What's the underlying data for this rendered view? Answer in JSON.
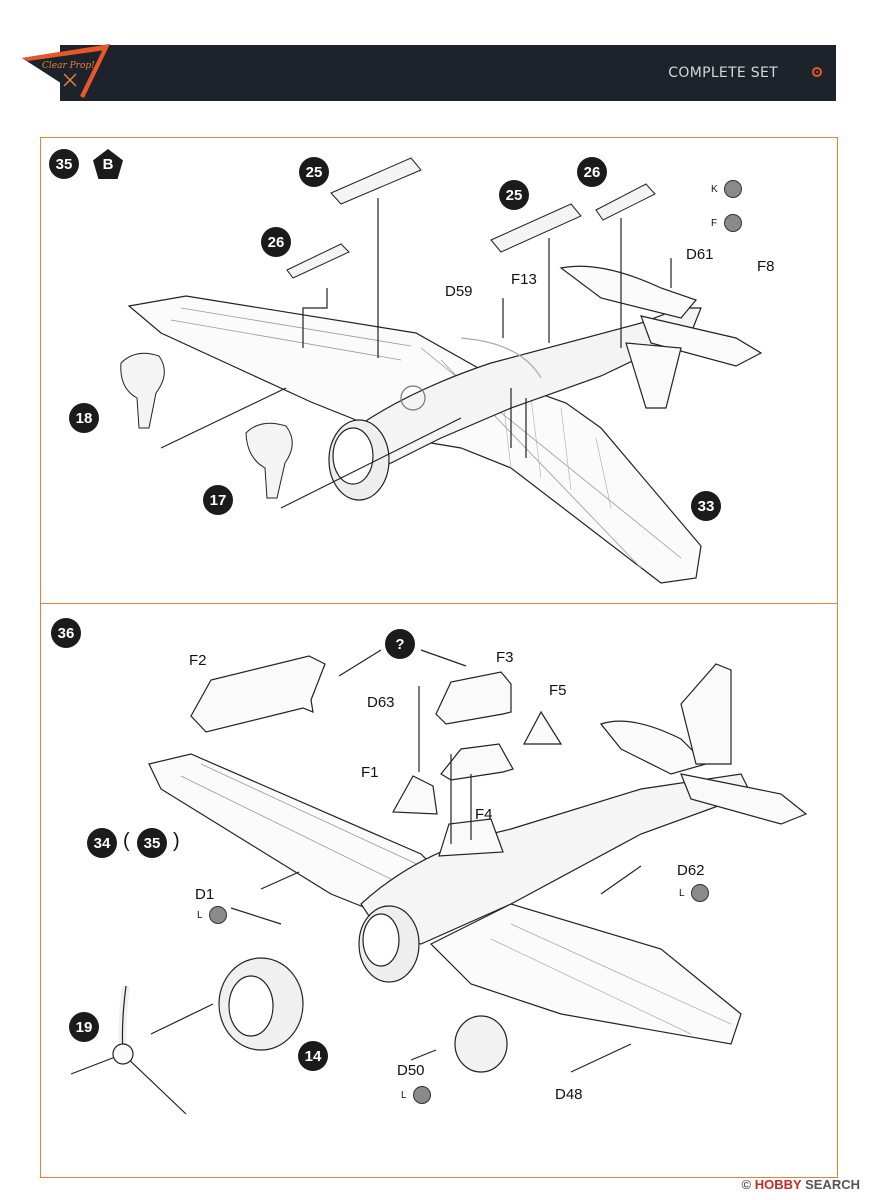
{
  "header": {
    "title": "COMPLETE SET",
    "logo_text": "Clear Prop!",
    "colors": {
      "bar": "#1d232a",
      "accent": "#e8572a",
      "panel_border": "#e8813a"
    }
  },
  "step35": {
    "number": "35",
    "badge": "B",
    "callouts": {
      "c25a": "25",
      "c25b": "25",
      "c26a": "26",
      "c26b": "26",
      "c18": "18",
      "c17": "17",
      "c33": "33"
    },
    "labels": {
      "d59": "D59",
      "f13": "F13",
      "d61": "D61",
      "f8": "F8",
      "k": "K",
      "f": "F"
    }
  },
  "step36": {
    "number": "36",
    "unknown": "?",
    "callouts": {
      "c34": "34",
      "c35": "35",
      "c19": "19",
      "c14": "14"
    },
    "paren_open": "(",
    "paren_close": ")",
    "labels": {
      "f2": "F2",
      "f3": "F3",
      "d63": "D63",
      "f5": "F5",
      "f1": "F1",
      "f4": "F4",
      "d62": "D62",
      "d1": "D1",
      "d50": "D50",
      "d48": "D48",
      "l1": "L",
      "l2": "L",
      "l3": "L"
    }
  },
  "footer": {
    "watermark_prefix": "©",
    "watermark_brand": "HOBBY",
    "watermark_suffix": "SEARCH"
  }
}
